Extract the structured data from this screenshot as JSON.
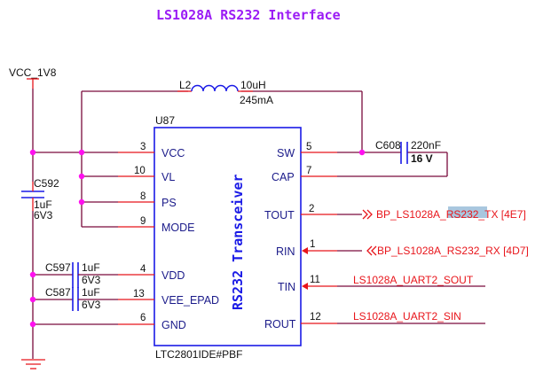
{
  "title": "LS1028A RS232 Interface",
  "power": {
    "net": "VCC_1V8"
  },
  "inductor": {
    "ref": "L2",
    "value": "10uH",
    "rating": "245mA"
  },
  "ic": {
    "ref": "U87",
    "part": "LTC2801IDE#PBF",
    "function_label": "RS232 Transceiver",
    "left_pins": [
      {
        "num": "3",
        "name": "VCC"
      },
      {
        "num": "10",
        "name": "VL"
      },
      {
        "num": "8",
        "name": "PS"
      },
      {
        "num": "9",
        "name": "MODE"
      },
      {
        "num": "4",
        "name": "VDD"
      },
      {
        "num": "13",
        "name": "VEE_EPAD"
      },
      {
        "num": "6",
        "name": "GND"
      }
    ],
    "right_pins": [
      {
        "num": "5",
        "name": "SW"
      },
      {
        "num": "7",
        "name": "CAP"
      },
      {
        "num": "2",
        "name": "TOUT"
      },
      {
        "num": "1",
        "name": "RIN"
      },
      {
        "num": "11",
        "name": "TIN"
      },
      {
        "num": "12",
        "name": "ROUT"
      }
    ]
  },
  "capacitors": {
    "c608": {
      "ref": "C608",
      "value": "220nF",
      "voltage": "16 V"
    },
    "c592": {
      "ref": "C592",
      "value": "1uF",
      "voltage": "6V3"
    },
    "c597": {
      "ref": "C597",
      "value": "1uF",
      "voltage": "6V3"
    },
    "c587": {
      "ref": "C587",
      "value": "1uF",
      "voltage": "6V3"
    }
  },
  "nets": {
    "tx": {
      "prefix": "BP_LS1028A_",
      "highlight": "RS232_",
      "suffix": "TX [4E7]"
    },
    "rx": "BP_LS1028A_RS232_RX [4D7]",
    "sout": "LS1028A_UART2_SOUT",
    "sin": "LS1028A_UART2_SIN"
  }
}
